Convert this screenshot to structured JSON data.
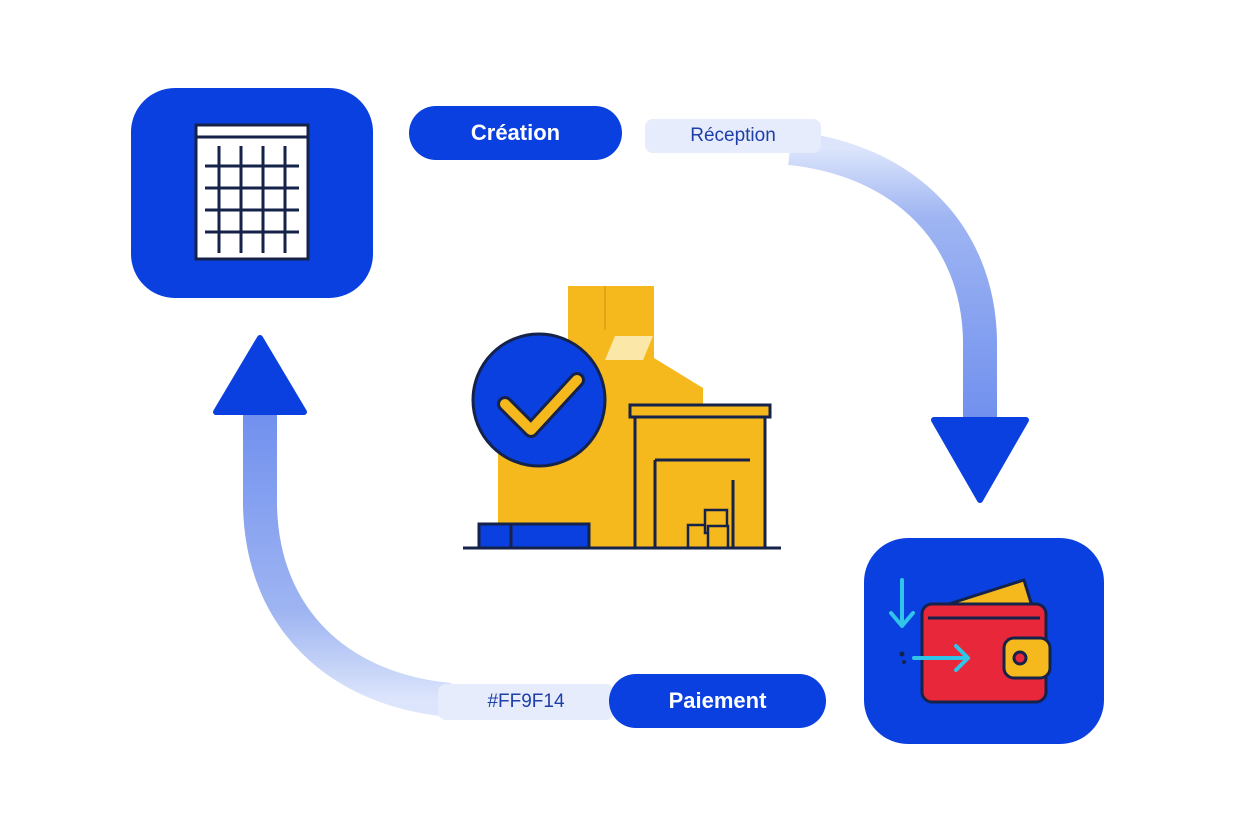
{
  "labels": {
    "creation": "Création",
    "reception": "Réception",
    "hex_code": "#FF9F14",
    "paiement": "Paiement"
  },
  "icons": {
    "top_left": "spreadsheet-grid-icon",
    "center": "warehouse-with-checkmark-icon",
    "bottom_right": "wallet-incoming-payment-icon"
  },
  "colors": {
    "primary_blue": "#0A3FE0",
    "arrow_blue": "#7F9DF0",
    "soft_pill": "#E6ECFB",
    "soft_pill_text": "#1E3FA8",
    "warehouse_yellow": "#F5B91E",
    "wallet_red": "#E8283A",
    "wallet_card": "#F5B91E",
    "accent_cyan": "#2FC4E8",
    "outline": "#15224A"
  }
}
